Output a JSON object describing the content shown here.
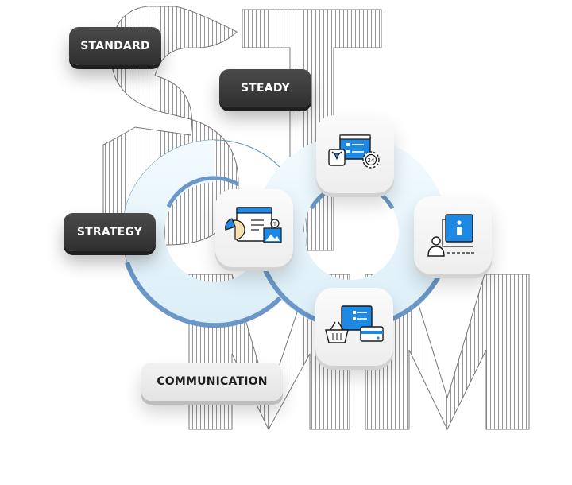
{
  "labels": {
    "standard": "STANDARD",
    "steady": "STEADY",
    "strategy": "STRATEGY",
    "communication": "COMMUNICATION"
  },
  "tiles": [
    {
      "icon": "checklist-support-24-icon"
    },
    {
      "icon": "chart-planning-icon"
    },
    {
      "icon": "user-profile-desk-icon"
    },
    {
      "icon": "shopping-payment-icon"
    }
  ],
  "colors": {
    "accent_blue": "#1e88e5",
    "dark_pill": "#3a3a3a",
    "light_pill": "#e9e9e9",
    "ring": "#5f8fc0"
  }
}
